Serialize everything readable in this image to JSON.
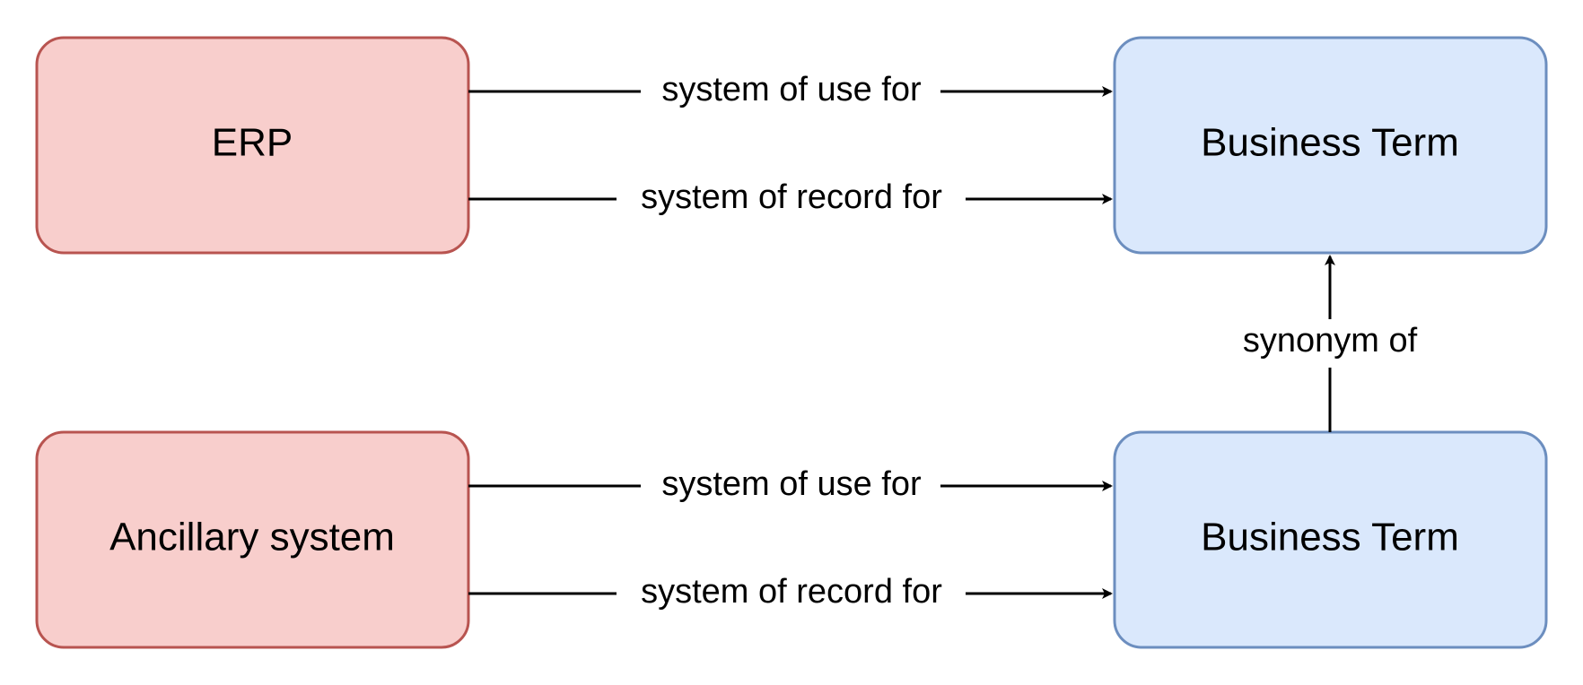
{
  "colors": {
    "system_fill": "#f8cecc",
    "system_stroke": "#b85450",
    "term_fill": "#dae8fc",
    "term_stroke": "#6c8ebf",
    "line": "#000000",
    "text": "#000000"
  },
  "nodes": {
    "erp": {
      "label": "ERP"
    },
    "business_term_top": {
      "label": "Business Term"
    },
    "ancillary": {
      "label": "Ancillary system"
    },
    "business_term_bottom": {
      "label": "Business Term"
    }
  },
  "edges": {
    "erp_use": {
      "label": "system of use for"
    },
    "erp_record": {
      "label": "system of record for"
    },
    "synonym": {
      "label": "synonym of"
    },
    "ancillary_use": {
      "label": "system of use for"
    },
    "ancillary_record": {
      "label": "system of record for"
    }
  }
}
